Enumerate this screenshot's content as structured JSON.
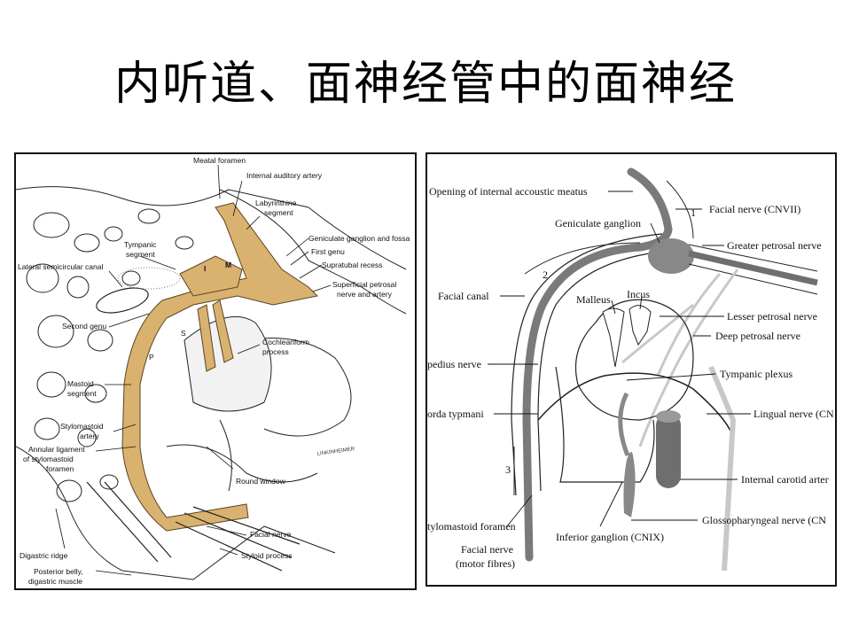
{
  "title": "内听道、面神经管中的面神经",
  "colors": {
    "nerve": "#d9b270",
    "nerve_stroke": "#5a4420",
    "canal": "#7a7a7a",
    "ganglion": "#888888",
    "pale_nerve": "#c8c8c8"
  },
  "left_figure": {
    "labels": {
      "meatal_foramen": "Meatal foramen",
      "internal_auditory_artery": "Internal auditory artery",
      "labyrinthine_segment_1": "Labyrinthine",
      "labyrinthine_segment_2": "segment",
      "geniculate_ganglion": "Geniculate ganglion and fossa",
      "first_genu": "First genu",
      "supratubal_recess": "Supratubal recess",
      "superficial_petrosal_1": "Superficial petrosal",
      "superficial_petrosal_2": "nerve and artery",
      "tympanic_segment_1": "Tympanic",
      "tympanic_segment_2": "segment",
      "lateral_semicircular_canal": "Lateral semicircular canal",
      "second_genu": "Second genu",
      "cochleariform_1": "Cochleariform",
      "cochleariform_2": "process",
      "mastoid_segment_1": "Mastoid",
      "mastoid_segment_2": "segment",
      "stylomastoid_artery_1": "Stylomastoid",
      "stylomastoid_artery_2": "artery",
      "annular_ligament_1": "Annular ligament",
      "annular_ligament_2": "of stylomastoid",
      "annular_ligament_3": "foramen",
      "round_window": "Round window",
      "digastric_ridge": "Digastric ridge",
      "facial_nerve": "Facial nerve",
      "styloid_process": "Styloid process",
      "posterior_belly_1": "Posterior belly,",
      "posterior_belly_2": "digastric muscle",
      "ossicle_I": "I",
      "ossicle_M": "M",
      "letter_S": "S",
      "letter_P": "P",
      "artist_signature": "LINKINHEIMER"
    }
  },
  "right_figure": {
    "labels": {
      "opening_internal_meatus": "Opening of internal accoustic meatus",
      "facial_nerve_cnvii": "Facial nerve (CNVII)",
      "geniculate_ganglion": "Geniculate ganglion",
      "greater_petrosal": "Greater petrosal nerve",
      "facial_canal": "Facial canal",
      "malleus": "Malleus",
      "incus": "Incus",
      "lesser_petrosal": "Lesser petrosal nerve",
      "deep_petrosal": "Deep petrosal nerve",
      "stapedius_nerve": "pedius nerve",
      "tympanic_plexus": "Tympanic plexus",
      "chorda_tympani": "orda typmani",
      "lingual_nerve": "Lingual nerve (CN",
      "internal_carotid": "Internal carotid arter",
      "stylomastoid_foramen": "tylomastoid foramen",
      "glossopharyngeal": "Glossopharyngeal nerve (CN",
      "inferior_ganglion": "Inferior ganglion (CNIX)",
      "facial_motor_1": "Facial nerve",
      "facial_motor_2": "(motor fibres)",
      "num_1": "1",
      "num_2": "2",
      "num_3": "3"
    }
  }
}
